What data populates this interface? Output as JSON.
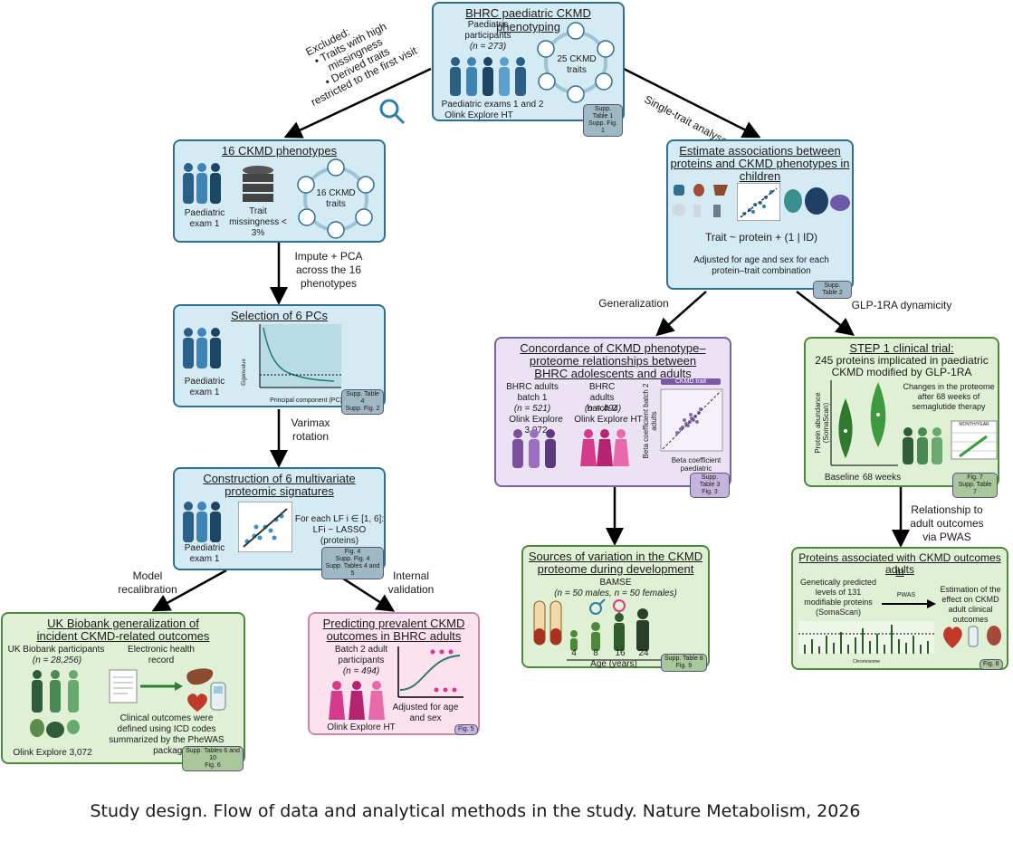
{
  "top": {
    "title": "BHRC paediatric CKMD phenotyping",
    "participants": "Paediatric participants",
    "n": "(n = 273)",
    "traits": "25 CKMD traits",
    "exams": "Paediatric exams 1 and 2",
    "assay": "Olink Explore HT",
    "tag1": "Supp. Table 1",
    "tag2": "Supp. Fig. 1"
  },
  "excluded": {
    "head": "Excluded:",
    "line1": "• Traits with high",
    "line2": "missingness",
    "line3": "• Derived traits",
    "line4": "restricted to the first visit"
  },
  "single_trait": "Single-trait analyses",
  "box16": {
    "title": "16 CKMD phenotypes",
    "exam": "Paediatric exam 1",
    "trait_missing": "Trait missingness < 3%",
    "traits": "16 CKMD traits"
  },
  "impute": "Impute + PCA across the 16 phenotypes",
  "pcs": {
    "title": "Selection of 6 PCs",
    "exam": "Paediatric exam 1",
    "ylabel": "Eigenvalue",
    "xlabel": "Principal component (PC)",
    "tag1": "Supp. Table 4",
    "tag2": "Supp. Fig. 2"
  },
  "varimax": "Varimax rotation",
  "sig": {
    "title1": "Construction of 6 multivariate",
    "title2": "proteomic signatures",
    "exam": "Paediatric exam 1",
    "text1": "For each LF i ∈ [1, 6]:",
    "text2": "LFi ~ LASSO (proteins)",
    "tag1": "Fig. 4",
    "tag2": "Supp. Fig. 4",
    "tag3": "Supp. Tables 4 and 5"
  },
  "model_recal": "Model recalibration",
  "internal_val": "Internal validation",
  "ukb": {
    "title1": "UK Biobank generalization of",
    "title2": "incident CKMD-related outcomes",
    "participants": "UK Biobank participants",
    "n": "(n = 28,256)",
    "ehr": "Electronic health record",
    "clinical1": "Clinical outcomes were",
    "clinical2": "defined using ICD codes",
    "clinical3": "summarized by the PheWAS",
    "clinical4": "package",
    "assay": "Olink Explore 3,072",
    "tag1": "Supp. Tables 6 and 10",
    "tag2": "Fig. 6"
  },
  "prev": {
    "title1": "Predicting prevalent CKMD",
    "title2": "outcomes in BHRC adults",
    "batch": "Batch 2 adult participants",
    "n": "(n = 494)",
    "adjusted": "Adjusted for age and sex",
    "assay": "Olink Explore HT",
    "tag": "Fig. 5"
  },
  "assoc": {
    "title1": "Estimate associations between",
    "title2": "proteins and CKMD phenotypes in",
    "title3": "children",
    "formula": "Trait ~ protein + (1 | ID)",
    "adjusted": "Adjusted for age and sex for each protein–trait combination",
    "tag": "Supp. Table 2"
  },
  "generalization": "Generalization",
  "glp": "GLP-1RA dynamicity",
  "concord": {
    "title1": "Concordance of CKMD phenotype–",
    "title2": "proteome relationships between",
    "title3": "BHRC adolescents and adults",
    "b1": "BHRC adults batch 1",
    "b1n": "(n = 521)",
    "b1assay": "Olink Explore 3,072",
    "b2": "BHRC adults batch 2",
    "b2n": "(n = 494)",
    "b2assay": "Olink Explore HT",
    "ckmd_trait": "CKMD trait",
    "ylabel": "Beta coefficient batch 2 adults",
    "xlabel": "Beta coefficient paediatric",
    "tag1": "Supp. Table 3",
    "tag2": "Fig. 3"
  },
  "step1": {
    "title": "STEP 1 clinical trial:",
    "sub1": "245 proteins implicated in paediatric",
    "sub2": "CKMD modified by GLP-1RA",
    "ylabel": "Protein abundance (SomaScan)",
    "changes": "Changes in the proteome after 68 weeks of semaglutide therapy",
    "baseline": "Baseline",
    "weeks": "68 weeks",
    "calendar": "MONTH/YEAR",
    "tag1": "Fig. 7",
    "tag2": "Supp. Table 7"
  },
  "relationship": "Relationship to adult outcomes via PWAS",
  "sources": {
    "title1": "Sources of variation in the CKMD",
    "title2": "proteome during development",
    "cohort": "BAMSE",
    "n": "(n = 50 males, n = 50 females)",
    "ages": [
      "4",
      "8",
      "16",
      "24"
    ],
    "age_label": "Age (years)",
    "tag1": "Supp. Table 8",
    "tag2": "Fig. 9"
  },
  "pwas": {
    "title1": "Proteins associated with CKMD outcomes in",
    "title2": "adults",
    "left": "Genetically predicted levels of 131 modifiable proteins (SomaScan)",
    "arrow": "PWAS",
    "right": "Estimation of the effect on CKMD adult clinical outcomes",
    "xlabel": "Chromosome",
    "tag": "Fig. 8"
  },
  "caption": "Study design. Flow of data and analytical methods in the study. Nature Metabolism, 2026"
}
